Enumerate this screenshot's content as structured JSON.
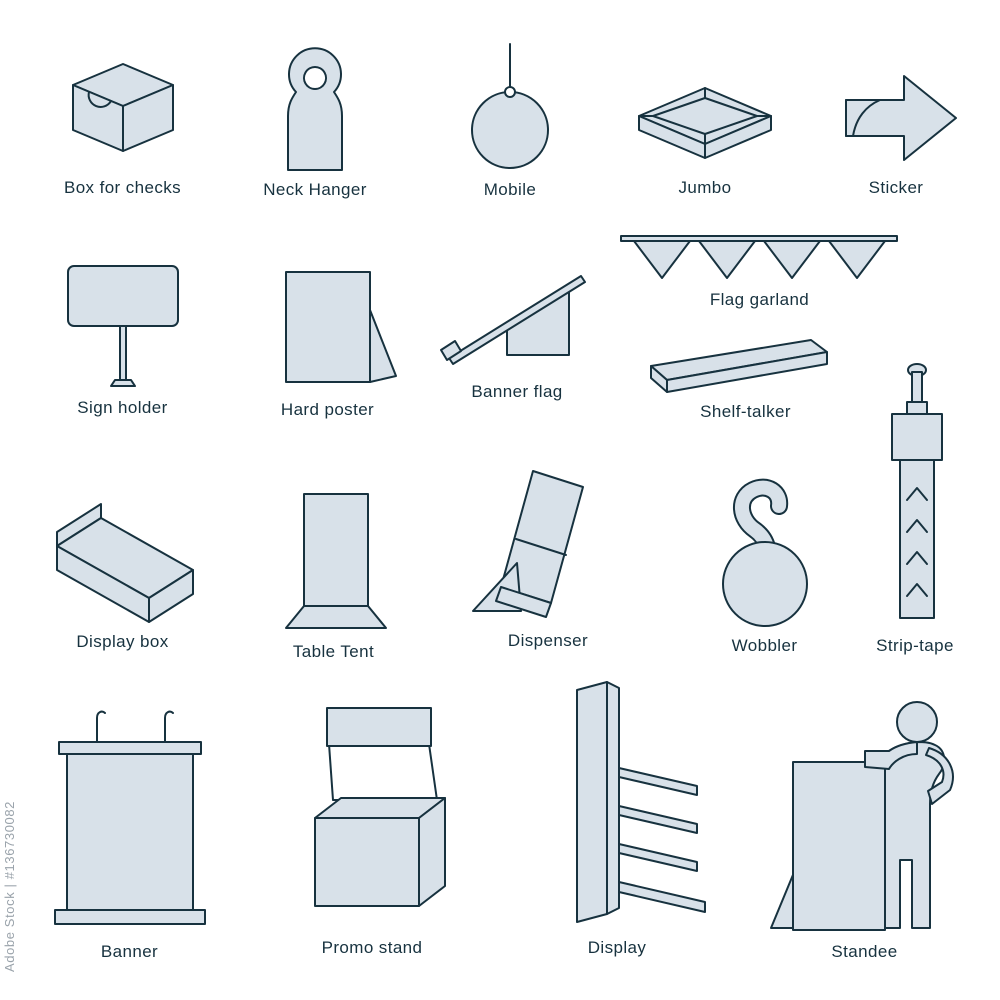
{
  "page": {
    "background": "#ffffff"
  },
  "palette": {
    "fill": "#d8e1e9",
    "stroke": "#17323f",
    "watermark": "#9aa3ab"
  },
  "watermark": {
    "text": "Adobe Stock | #136730082"
  },
  "items": [
    {
      "id": "box-for-checks",
      "label": "Box for checks"
    },
    {
      "id": "neck-hanger",
      "label": "Neck Hanger"
    },
    {
      "id": "mobile",
      "label": "Mobile"
    },
    {
      "id": "jumbo",
      "label": "Jumbo"
    },
    {
      "id": "sticker",
      "label": "Sticker"
    },
    {
      "id": "sign-holder",
      "label": "Sign holder"
    },
    {
      "id": "hard-poster",
      "label": "Hard poster"
    },
    {
      "id": "banner-flag",
      "label": "Banner flag"
    },
    {
      "id": "flag-garland",
      "label": "Flag garland"
    },
    {
      "id": "shelf-talker",
      "label": "Shelf-talker"
    },
    {
      "id": "strip-tape",
      "label": "Strip-tape"
    },
    {
      "id": "display-box",
      "label": "Display box"
    },
    {
      "id": "table-tent",
      "label": "Table Tent"
    },
    {
      "id": "dispenser",
      "label": "Dispenser"
    },
    {
      "id": "wobbler",
      "label": "Wobbler"
    },
    {
      "id": "banner",
      "label": "Banner"
    },
    {
      "id": "promo-stand",
      "label": "Promo stand"
    },
    {
      "id": "display",
      "label": "Display"
    },
    {
      "id": "standee",
      "label": "Standee"
    }
  ]
}
